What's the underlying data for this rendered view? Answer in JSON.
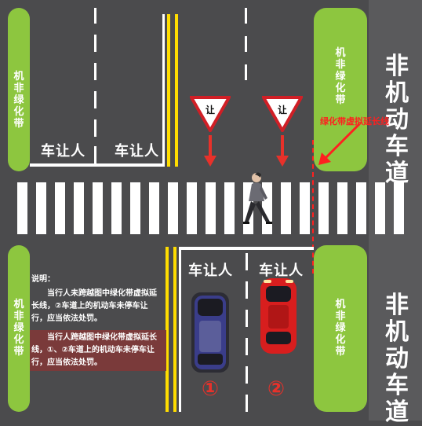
{
  "belts": {
    "top_left": "机非绿化带",
    "bottom_left": "机非绿化带",
    "top_right": "机非绿化带",
    "bottom_right": "机非绿化带"
  },
  "lanes": {
    "top_right": "非机动车道",
    "bottom_right": "非机动车道"
  },
  "stop_labels": {
    "top_left_1": "车让人",
    "top_left_2": "车让人",
    "bottom_1": "车让人",
    "bottom_2": "车让人"
  },
  "signs": {
    "sign_1": "让",
    "sign_2": "让"
  },
  "virtual_line_label": "绿化带虚拟延长线",
  "notes": {
    "title": "说明：",
    "para_1": "当行人未跨越图中绿化带虚拟延长线，②车道上的机动车未停车让行，应当依法处罚。",
    "para_2": "当行人跨越图中绿化带虚拟延长线，①、②车道上的机动车未停车让行，应当依法处罚。"
  },
  "lane_numbers": {
    "n1": "①",
    "n2": "②"
  },
  "colors": {
    "belt": "#8dc63f",
    "road": "#4b4b4d",
    "yellow_line": "#ffdd00",
    "marker_red": "#e8312a",
    "car_1": "#3a3d8a",
    "car_2": "#d81e1e"
  }
}
